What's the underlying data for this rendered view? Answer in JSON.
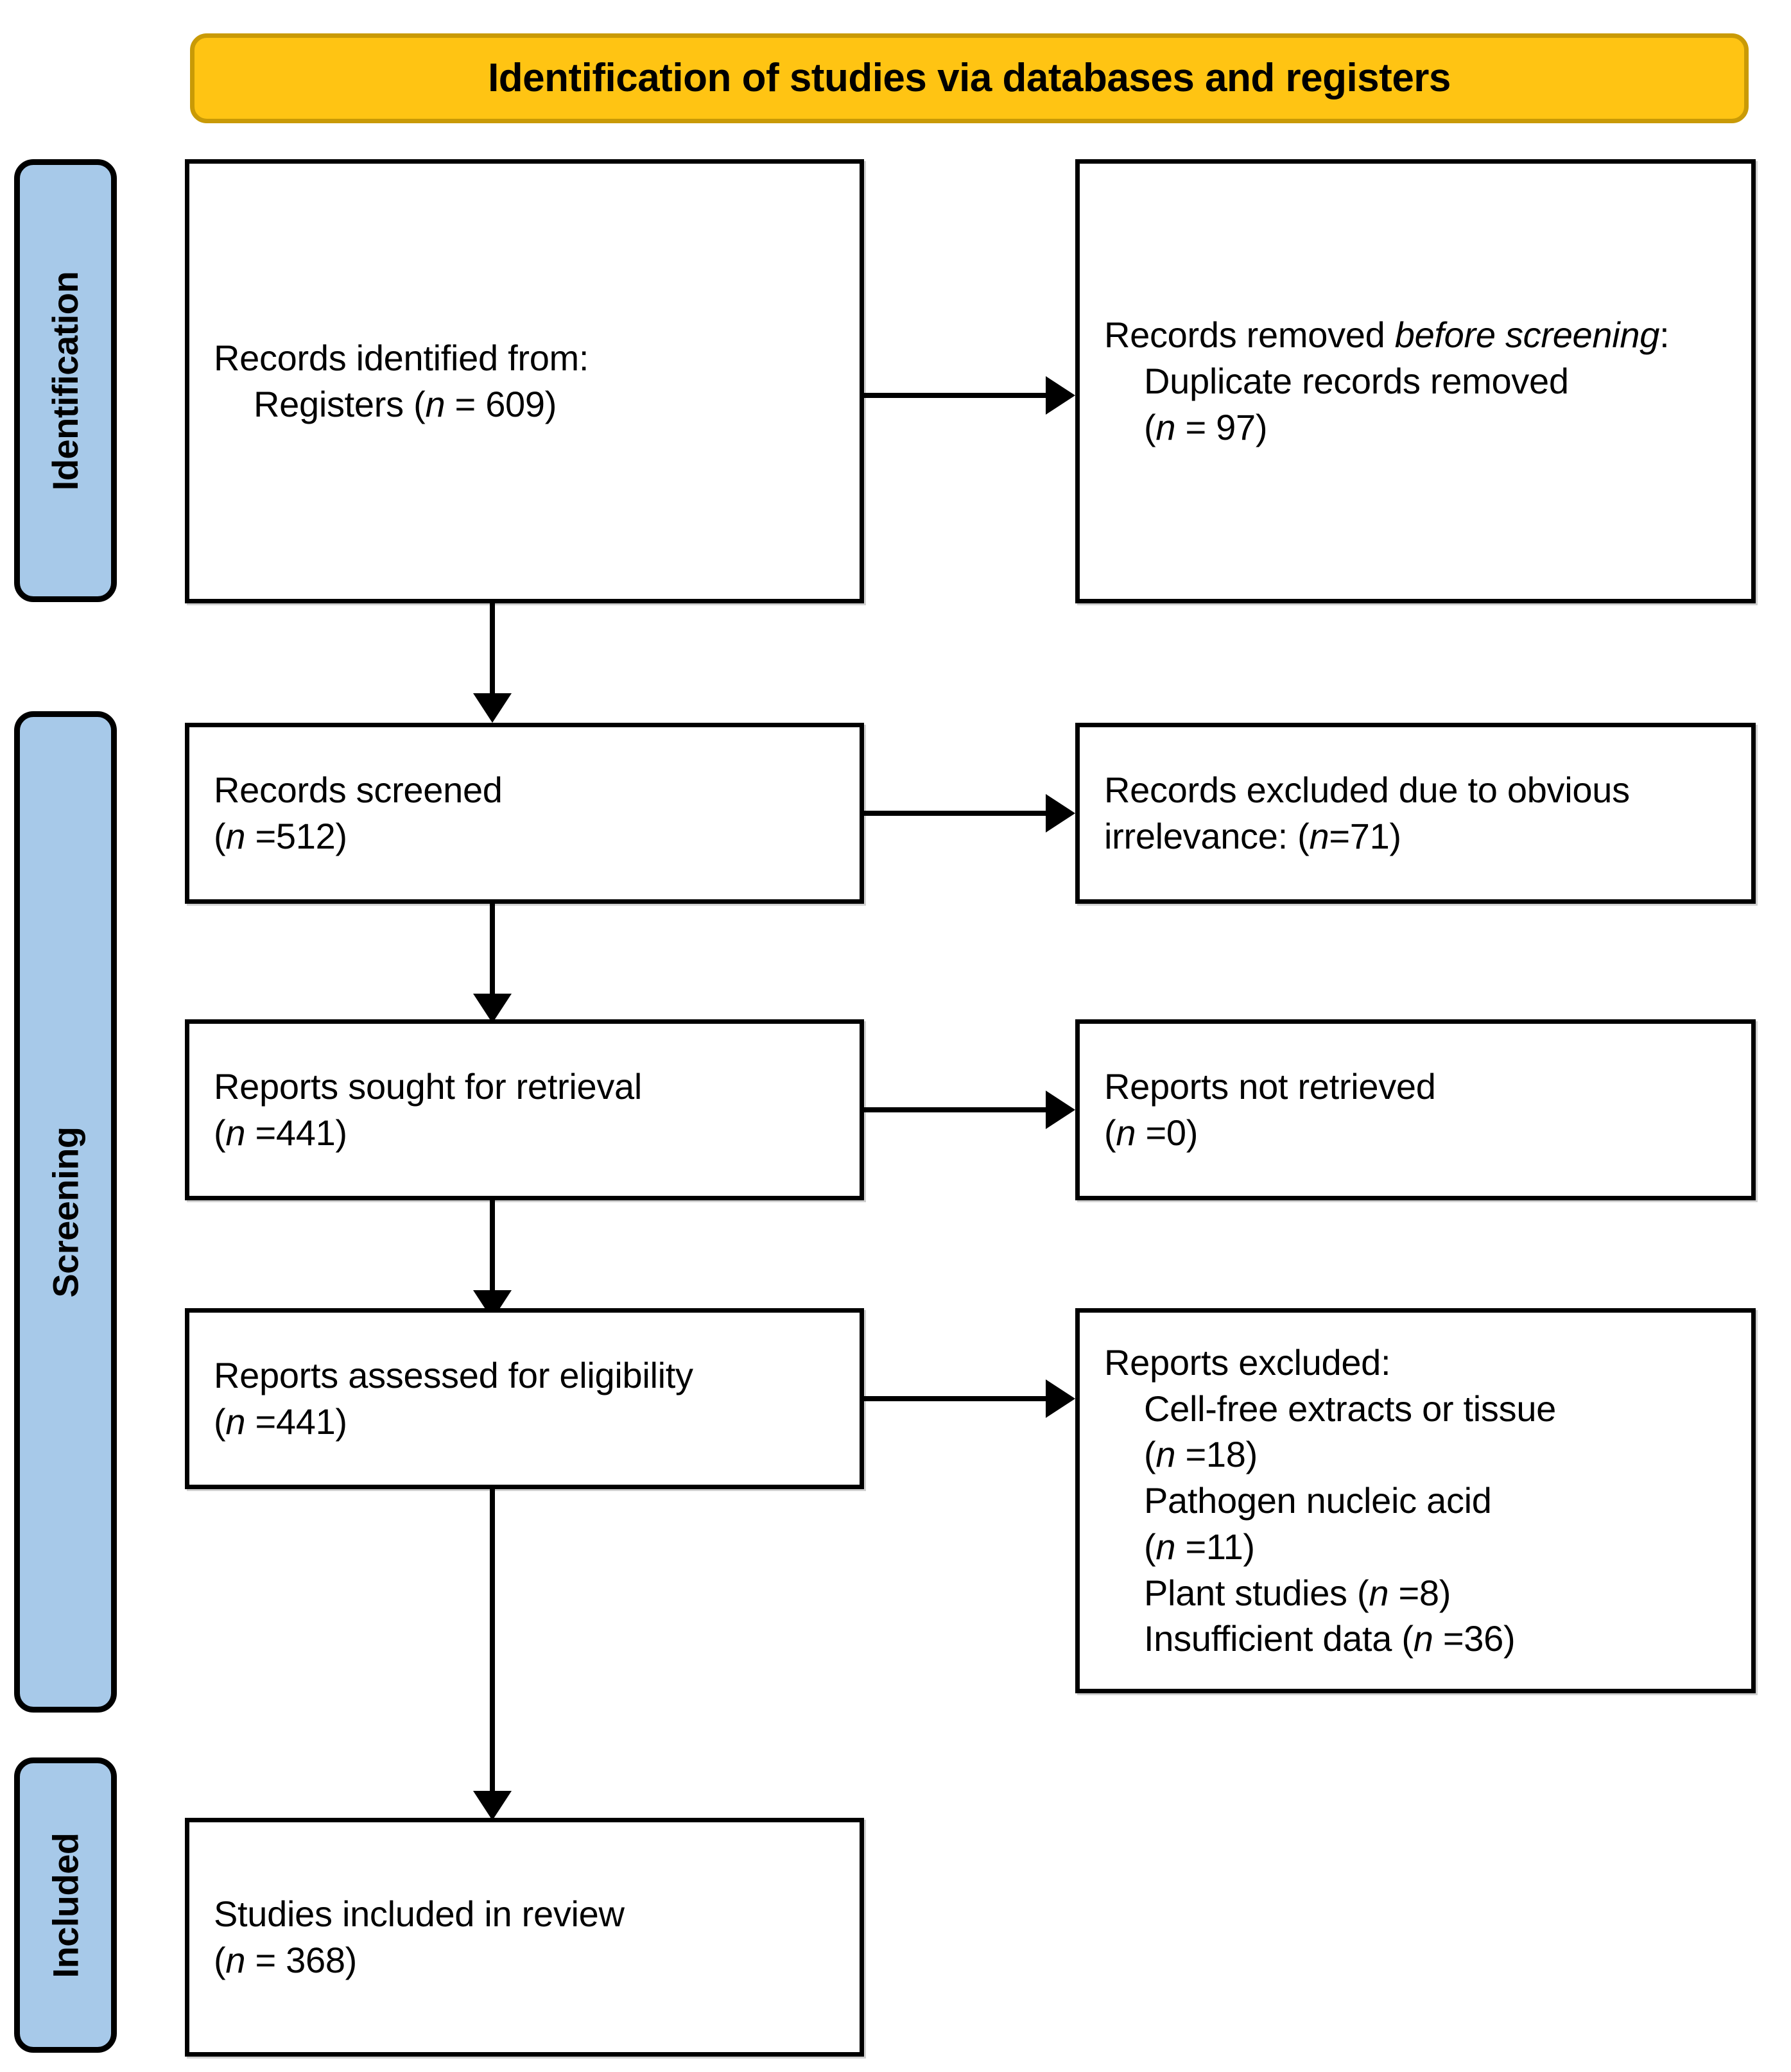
{
  "banner": {
    "title": "Identification of studies via databases and registers"
  },
  "stages": [
    {
      "key": "identification",
      "label": "Identification"
    },
    {
      "key": "screening",
      "label": "Screening"
    },
    {
      "key": "included",
      "label": "Included"
    }
  ],
  "boxes": {
    "records_identified": {
      "line1": "Records identified from:",
      "line2_prefix": "Registers (",
      "line2_n": "n",
      "line2_suffix": " = 609)"
    },
    "records_removed": {
      "line1_prefix": "Records removed ",
      "line1_italic": "before screening",
      "line1_suffix": ":",
      "line2": "Duplicate records removed",
      "line3_prefix": "(",
      "line3_n": "n",
      "line3_suffix": " = 97)"
    },
    "records_screened": {
      "line1": "Records screened",
      "line2_prefix": "(",
      "line2_n": "n",
      "line2_suffix": " =512)"
    },
    "records_excluded": {
      "line1": "Records excluded due to obvious",
      "line2_prefix": "irrelevance: (",
      "line2_n": "n",
      "line2_suffix": "=71)"
    },
    "reports_sought": {
      "line1": "Reports sought for retrieval",
      "line2_prefix": "(",
      "line2_n": "n",
      "line2_suffix": " =441)"
    },
    "reports_not_retrieved": {
      "line1": "Reports not retrieved",
      "line2_prefix": "(",
      "line2_n": "n",
      "line2_suffix": " =0)"
    },
    "reports_assessed": {
      "line1": "Reports assessed for eligibility",
      "line2_prefix": "(",
      "line2_n": "n",
      "line2_suffix": " =441)"
    },
    "reports_excluded": {
      "heading": "Reports excluded:",
      "reasons": [
        {
          "text": "Cell-free extracts or tissue",
          "count_prefix": "(",
          "count_n": "n",
          "count_suffix": " =18)",
          "wrapped": true
        },
        {
          "text": "Pathogen nucleic acid",
          "count_prefix": "(",
          "count_n": "n",
          "count_suffix": " =11)",
          "wrapped": true
        },
        {
          "text": "Plant studies (",
          "count_prefix": "",
          "count_n": "n",
          "count_suffix": " =8)",
          "wrapped": false
        },
        {
          "text": "Insufficient data (",
          "count_prefix": "",
          "count_n": "n",
          "count_suffix": " =36)",
          "wrapped": false
        }
      ]
    },
    "studies_included": {
      "line1": "Studies included in review",
      "line2_prefix": "(",
      "line2_n": "n",
      "line2_suffix": " = 368)"
    }
  },
  "colors": {
    "banner_fill": "#FFC413",
    "banner_border": "#C99A06",
    "stage_fill": "#A7C9E9",
    "box_border": "#000000",
    "box_fill": "#FFFFFF",
    "connector": "#000000"
  }
}
